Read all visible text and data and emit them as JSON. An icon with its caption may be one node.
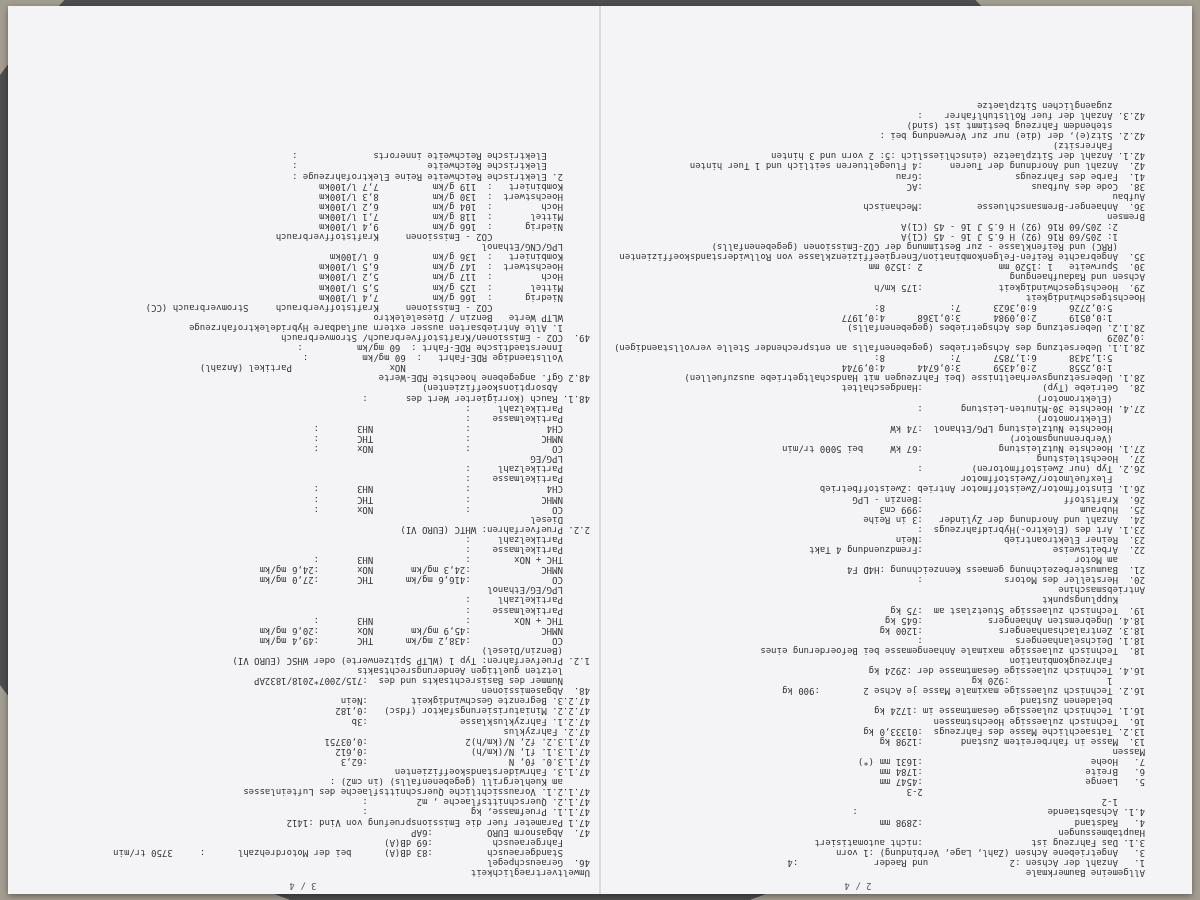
{
  "diagram": {
    "labels": [
      "Allgemeine Baumerkmale",
      "1.   Anzahl der Achsen :2               und Raeder              :4",
      "3.   Angetriebene Achsen (Zahl, Lage, Verbindung) :1 vorn",
      "3.1. Das Fahrzeug ist                    :nicht automatisiert",
      "Hauptabmessungen",
      "4.   Radstand                            :2898 mm",
      "4.1. Achsabstaende                                   :",
      "     1-2",
      "                                         2-3",
      "5.   Laenge                              :4547 mm",
      "6.   Breite                              :1784 mm",
      "7.   Hoehe                               :1631 mm (*)",
      "Massen",
      "13.  Masse in fahrbereitem Zustand       :1298 kg",
      "13.2. Tatsaechliche Masse des Fahrzeugs  :01333,0 kg",
      "16.  Technisch zulaessige Hoechstmassen",
      "16.1. Technisch zulaessige Gesamtmasse im :1724 kg",
      "      beladenen Zustand",
      "16.2. Technisch zulaessige maximale Masse je Achse 2        :900 kg",
      "      1                  :920 kg",
      "16.4. Technisch zulaessige Gesamtmasse der :2924 kg",
      "      Fahrzeugkombination",
      "18.  Technisch zulaessige maximale Anhaengemasse bei Befoerderung eines",
      "18.1. Deichselanhaengers                 :",
      "18.3. Zentralachsanhaengers              :1200 kg",
      "18.4. Ungebremsten Anhaengers            :645 kg",
      "19.  Technisch zulaessige Stuetzlast am  :75 kg",
      "     Kupplungspunkt",
      "Antriebsmaschine",
      "20.  Hersteller des Motors               :",
      "21.  Baumusterbezeichnung gemaess Kennzeichnung :H4D F4",
      "     am Motor",
      "22.  Arbeitsweise                        :Fremdzuendung 4 Takt",
      "23.  Reiner Elektroantrieb               :Nein",
      "23.1. Art des (Elektro-)Hybridfahrzeugs  :",
      "24.  Anzahl und Anordnung der Zylinder   :3 in Reihe",
      "25.  Hubraum                             :999 cm3",
      "26.  Kraftstoff                          :Benzin - LPG",
      "26.1. Einstoffmotor/Zweistoffmotor Antrieb :Zweistoffbetrieb",
      "      Flexfuelmotor/Zweistoffmotor",
      "26.2. Typ (nur Zweistoffmotoren)         :",
      "27.  Hoechstleistung",
      "27.1. Hoechste Nutzleistung              :67 kW     bei 5000 tr/min",
      "      (Verbrennungsmotor)",
      "      Hoechste Nutzleistung LPG/Ethanol  :74 kW",
      "      (Elektromotor)",
      "27.4. Hoechste 30-Minuten-Leistung       :",
      "      (Elektromotor)",
      "28.  Getriebe (Typ)                      :Handgeschaltet",
      "28.1. Uebersetzungsverhaeltnisse (bei Fahrzeugen mit Handschaltgetriebe auszufuellen)",
      "      1:0,2558      2:0,4359      3:0,6744      4:0,9744",
      "      5:1,3438      6:1,7857      7:            8:",
      "28.1.1. Uebersetzung des Achsgetriebes (gegebenenfalls an entsprechender Stelle vervollstaendigen) :0,2029",
      "28.1.2. Uebersetzung des Achsgetriebes (gegebenenfalls)",
      "      1:0,0519      2:0,0984      3:0,1368      4:0,1977",
      "      5:0,2726      6:0,3623      7:            8:",
      "Hoechstgeschwindigkeit",
      "29.  Hoechstgeschwindigkeit              :175 km/h",
      "Achsen und Radaufhaengung",
      "30.  Spurweite   1 :1520 mm              2 :1520 mm",
      "35.  Angebrachte Reifen-Felgenkombination/Energieeffizienzklasse von Rollwiderstandskoeffizienten",
      "     (RRC) und Reifenklasse - zur Bestimmung der CO2-Emissionen (gegebenenfalls)",
      "     1: 205/60 R16 (92) H 6.5 J 16 - 45 (C1)A",
      "     2: 205/60 R16 (92) H 6.5 J 16 - 45 (C1)A",
      "Bremsen",
      "36.  Anhaenger-Bremsanschluesse          :Mechanisch",
      "Aufbau",
      "38.  Code des Aufbaus                    :AC",
      "41.  Farbe des Fahrzeugs                 :Grau",
      "42.  Anzahl und Anordnung der Tueren     :4 Fluegeltueren seitlich und 1 Tuer hinten",
      "42.1. Anzahl der Sitzplaetze (einschliesslich :5: 2 vorn und 3 hinten",
      "      Fahrersitz)",
      "42.2. Sitz(e), der (die) nur zur Verwendung bei :",
      "      stehendem Fahrzeug bestimmt ist (sind)",
      "42.3. Anzahl der fuer Rollstuhlfahrer    :",
      "      zugaenglichen Sitzplaetze",
      "2 / 4",
      "Umweltvertraeglichkeit",
      "46.  Geraeuschpegel",
      "     Standgeraeusch          :83 dB(A)      bei der Motordrehzahl      :     3750 tr/min",
      "     Fahrgeraeusch           :69 dB(A)",
      "47.  Abgasnorm EURO          :6AP",
      "47.1 Parameter fuer die Emissionspruefung von Vind :1412",
      "47.1.1. Pruefmasse, kg                   :",
      "47.1.2. Querschnittsflaeche , m2         :",
      "47.1.2.1. Voraussichtliche Querschnittsflaeche des Lufteinlasses",
      "     am Kuehlergrill (gegebenenfalls) (in cm2) :",
      "47.1.3. Fahrwiderstandskoeffizienten",
      "47.1.3.0. f0, N                          :62,3",
      "47.1.3.1. f1, N/(km/h)                   :0,612",
      "47.1.3.2. f2, N/(km/h)2                  :0,03751",
      "47.2. Fahrzyklus",
      "47.2.1. Fahrzyklusklasse                 :3b",
      "47.2.2. Miniaturisierungsfaktor (fdsc)   :0,182",
      "47.2.3. Begrenzte Geschwindigkeit        :Nein",
      "48.  Abgasemissionen",
      "     Nummer des Basisrechtsakts und des  :715/2007*2018/1832AP",
      "     letzten gueltigen Aenderungsrechtsakts",
      "1.2. Pruefverfahren: Typ 1 (WLTP Spitzenwerte) oder WHSC (EURO VI)",
      "     (Benzin/Diesel)",
      "     CO               :438,2 mg/km      THC       :49,4 mg/km",
      "     NMHC             :45,9 mg/km       NOx       :20,6 mg/km",
      "     THC + NOx        :                 NH3       :",
      "     Partikelmasse    :",
      "     Partikelzahl     :",
      "     LPG/EG/Ethanol",
      "     CO               :416,6 mg/km      THC       :27,0 mg/km",
      "     NMHC             :24,3 mg/km       NOx       :24,6 mg/km",
      "     THC + NOx        :                 NH3       :",
      "     Partikelmasse    :",
      "     Partikelzahl     :",
      "2.2. Pruefverfahren: WHTC (EURO VI)",
      "     Diesel",
      "     CO               :                 NOx       :",
      "     NMHC             :                 THC       :",
      "     CH4              :                 NH3       :",
      "     Partikelmasse    :",
      "     Partikelzahl     :",
      "     LPG/EG",
      "     CO               :                 NOx       :",
      "     NMHC             :                 THC       :",
      "     CH4              :                 NH3       :",
      "     Partikelmasse    :",
      "     Partikelzahl     :",
      "48.1. Rauch (korrigierter Wert des       :",
      "      Absorptionskoeffizienten)",
      "48.2 Ggf. angegebene hoechste RDE-Werte",
      "                                  NOx                  Partikel (Anzahl)",
      "     Vollstaendige RDE-Fahrt   :  60 mg/km          :",
      "     Innerstaedtische RDE-Fahrt :  60 mg/km          :",
      "49.  CO2 - Emissionen/Kraftstoffverbrauch/ Stromverbrauch",
      "     1. Alle Antriebsarten ausser extern aufladbare Hybridelektrofahrzeuge",
      "     WLTP Werte   Benzin / Dieselelektro",
      "                  CO2 - Emissionen     Kraftstoffverbrauch     Stromverbrauch (CC)",
      "     Niedrig      :  166 g/km          7,4 l/100km",
      "     Mittel       :  125 g/km          5,5 l/100km",
      "     Hoch         :  117 g/km          5,2 l/100km",
      "     Hoechstwert  :  147 g/km          6,5 l/100km",
      "     Kombiniert   :  136 g/km          6 l/100km",
      "     LPG/CNG/Ethanol",
      "                  CO2 - Emissionen     Kraftstoffverbrauch",
      "     Niedrig      :  166 g/km          9,4 l/100km",
      "     Mittel       :  118 g/km          7,1 l/100km",
      "     Hoch         :  104 g/km          6,2 l/100km",
      "     Hoechstwert  :  130 g/km          8,3 l/100km",
      "     Kombiniert   :  119 g/km          7,7 l/100km",
      "     2. Elektrische Reichweite Reine Elektrofahrzeuge :",
      "        Elektrische Reichweite                        :",
      "        Elektrische Reichweite innerorts              :",
      "3 / 4"
    ]
  }
}
